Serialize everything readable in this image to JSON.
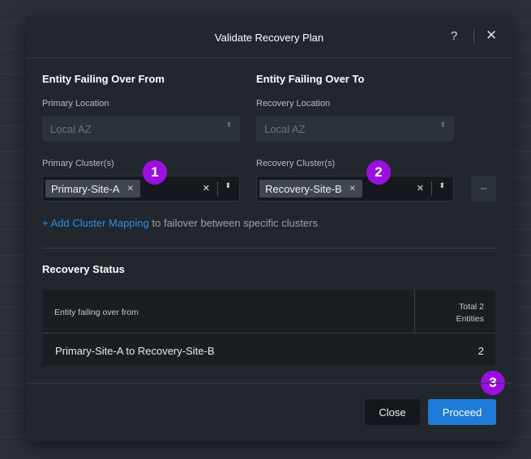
{
  "modal": {
    "title": "Validate Recovery Plan",
    "help_glyph": "?",
    "close_glyph": "✕"
  },
  "from": {
    "section_title": "Entity Failing Over From",
    "location_label": "Primary Location",
    "location_value": "Local AZ",
    "cluster_label": "Primary Cluster(s)",
    "cluster_tag": "Primary-Site-A"
  },
  "to": {
    "section_title": "Entity Failing Over To",
    "location_label": "Recovery Location",
    "location_value": "Local AZ",
    "cluster_label": "Recovery Cluster(s)",
    "cluster_tag": "Recovery-Site-B"
  },
  "icons": {
    "tag_remove": "✕",
    "clear": "✕",
    "arrows": "⬍",
    "remove_row": "−"
  },
  "badges": [
    "1",
    "2",
    "3"
  ],
  "add_mapping": {
    "link_text": "+ Add Cluster Mapping",
    "suffix": " to failover between specific clusters"
  },
  "recovery_status": {
    "title": "Recovery Status",
    "columns": [
      "Entity failing over from",
      "Total 2",
      "Entities"
    ],
    "rows": [
      {
        "entity": "Primary-Site-A to Recovery-Site-B",
        "total": "2"
      }
    ]
  },
  "footer": {
    "close_label": "Close",
    "proceed_label": "Proceed"
  },
  "colors": {
    "accent": "#1f7bd8",
    "link": "#2c8fe6",
    "badge": "#9b0fe0",
    "modal_bg": "#22272e",
    "backdrop": "#2b3038"
  }
}
